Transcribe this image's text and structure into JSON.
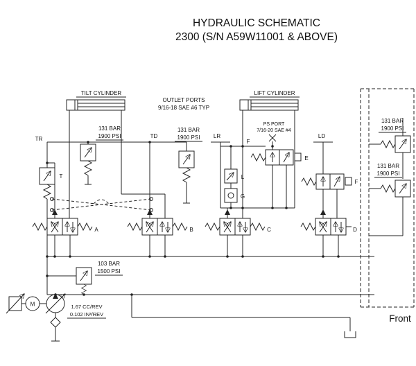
{
  "title": {
    "line1": "HYDRAULIC SCHEMATIC",
    "line2": "2300 (S/N A59W11001 & ABOVE)"
  },
  "cylinders": {
    "tilt": "TILT CYLINDER",
    "lift": "LIFT CYLINDER"
  },
  "notes": {
    "outlet1": "OUTLET PORTS",
    "outlet2": "9/16-18 SAE #6 TYP",
    "ps1": "PS PORT",
    "ps2": "7/16-20 SAE #4"
  },
  "reliefs": {
    "tilt_bar": "131 BAR",
    "tilt_psi": "1900 PSI",
    "outlet_bar": "131 BAR",
    "outlet_psi": "1900 PSI",
    "aux1_bar": "131 BAR",
    "aux1_psi": "1900 PSI",
    "aux2_bar": "131 BAR",
    "aux2_psi": "1900 PSI",
    "main_bar": "103 BAR",
    "main_psi": "1500 PSI"
  },
  "ports": {
    "tr": "TR",
    "td": "TD",
    "lr": "LR",
    "ld": "LD",
    "t": "T",
    "f": "F",
    "l": "L",
    "g": "G"
  },
  "valves": {
    "a": "A",
    "b": "B",
    "c": "C",
    "d": "D",
    "e": "E",
    "f": "F"
  },
  "pump": {
    "motor": "M",
    "disp1": "1.67 CC/REV",
    "disp2": "0.102 IN³/REV"
  },
  "footer": {
    "front": "Front"
  }
}
